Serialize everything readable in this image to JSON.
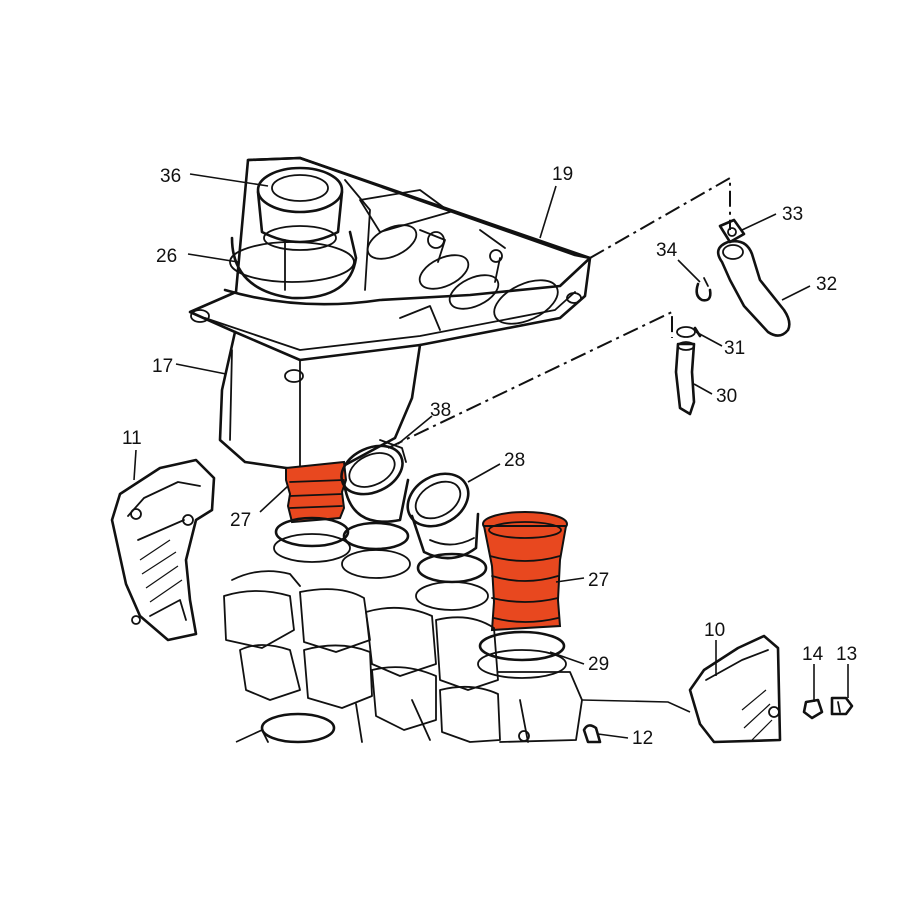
{
  "colors": {
    "highlight": "#E8481F",
    "ink": "#111111",
    "background": "#FFFFFF"
  },
  "callouts": {
    "c36": "36",
    "c19": "19",
    "c33": "33",
    "c26": "26",
    "c34": "34",
    "c32": "32",
    "c17": "17",
    "c31": "31",
    "c30": "30",
    "c38": "38",
    "c11": "11",
    "c28": "28",
    "c27a": "27",
    "c27b": "27",
    "c29": "29",
    "c10": "10",
    "c14": "14",
    "c13": "13",
    "c12": "12"
  }
}
